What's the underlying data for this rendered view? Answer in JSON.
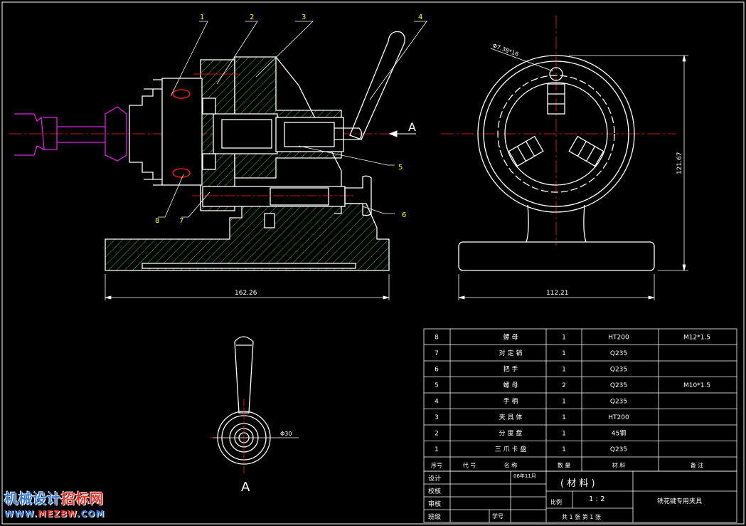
{
  "colors": {
    "background": "#000000",
    "outline": "#ffffff",
    "centerline": "#ff2020",
    "hatch": "#2ecc40",
    "workpiece": "#e020e0",
    "leader_text": "#ffff00"
  },
  "balloons": [
    "1",
    "2",
    "3",
    "4",
    "5",
    "6",
    "7",
    "8"
  ],
  "dimensions": {
    "base_width": "162.26",
    "side_width": "112.21",
    "height": "121.67",
    "hole": "Φ7.38*16",
    "handle_dia": "Φ30"
  },
  "view_label": "A",
  "view_arrow_label": "A",
  "bom": {
    "rows": [
      {
        "no": "8",
        "code": "",
        "name": "螺 母",
        "qty": "1",
        "material": "HT200",
        "note": "M12*1.5"
      },
      {
        "no": "7",
        "code": "",
        "name": "对 定 销",
        "qty": "1",
        "material": "Q235",
        "note": ""
      },
      {
        "no": "6",
        "code": "",
        "name": "把 手",
        "qty": "1",
        "material": "Q235",
        "note": ""
      },
      {
        "no": "5",
        "code": "",
        "name": "螺 母",
        "qty": "2",
        "material": "Q235",
        "note": "M10*1.5"
      },
      {
        "no": "4",
        "code": "",
        "name": "手 柄",
        "qty": "1",
        "material": "Q235",
        "note": ""
      },
      {
        "no": "3",
        "code": "",
        "name": "夹 具 体",
        "qty": "1",
        "material": "HT200",
        "note": ""
      },
      {
        "no": "2",
        "code": "",
        "name": "分 度 盘",
        "qty": "1",
        "material": "45钢",
        "note": ""
      },
      {
        "no": "1",
        "code": "",
        "name": "三 爪 卡 盘",
        "qty": "1",
        "material": "Q235",
        "note": ""
      }
    ],
    "header": {
      "no": "序号",
      "code": "代 号",
      "name": "名 称",
      "qty": "数 量",
      "material": "材 料",
      "note": "备 注"
    }
  },
  "title_block": {
    "design": "设计",
    "date": "06年11月",
    "check": "校核",
    "review": "审核",
    "class": "班级",
    "student_no": "学号",
    "material": "( 材 料 )",
    "scale_label": "比例",
    "scale_value": "1 : 2",
    "drawing_title": "铣花键专用夹具",
    "sheets": "共 1 张   第 1 张"
  },
  "watermark": {
    "site_a": "机械设计",
    "site_b": "招标网",
    "url_a": "WWW.",
    "url_b": "MEZBW",
    "url_c": ".COM"
  }
}
